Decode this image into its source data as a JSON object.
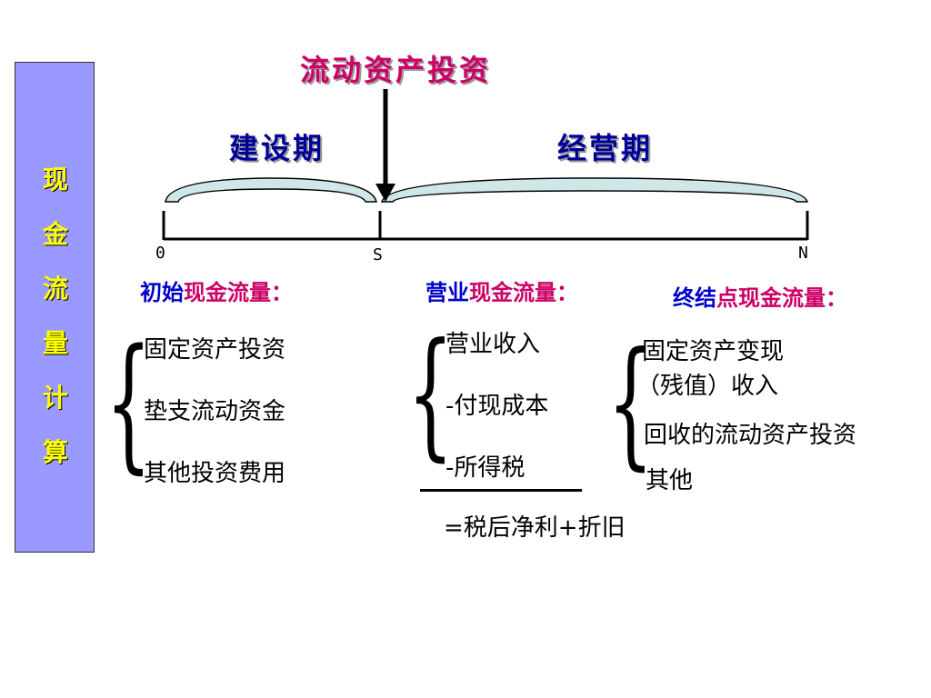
{
  "side_title": [
    "现",
    "金",
    "流",
    "量",
    "计",
    "算"
  ],
  "top_title": "流动资产投资",
  "phases": {
    "construction": "建设期",
    "operation": "经营期"
  },
  "ticks": {
    "start": "0",
    "middle": "S",
    "end": "N"
  },
  "sections": {
    "initial": {
      "heading_part1": "初始",
      "heading_part2": "现金流量：",
      "items": [
        "固定资产投资",
        "垫支流动资金",
        "其他投资费用"
      ]
    },
    "operating": {
      "heading_part1": "营业",
      "heading_part2": "现金流量：",
      "items": [
        "营业收入",
        "-付现成本",
        "-所得税"
      ],
      "result": "=税后净利+折旧"
    },
    "terminal": {
      "heading_part1": "终结",
      "heading_part2": "点现金流量：",
      "items": [
        "固定资产变现",
        "（残值）收入",
        "回收的流动资产投资",
        "其他"
      ]
    }
  },
  "colors": {
    "side_box": "#9999ff",
    "side_text": "#ffff00",
    "top_title": "#cc0066",
    "phase_title": "#000099",
    "heading_blue": "#0000cc",
    "heading_magenta": "#cc0066",
    "arc_fill": "#cfe7e9"
  }
}
